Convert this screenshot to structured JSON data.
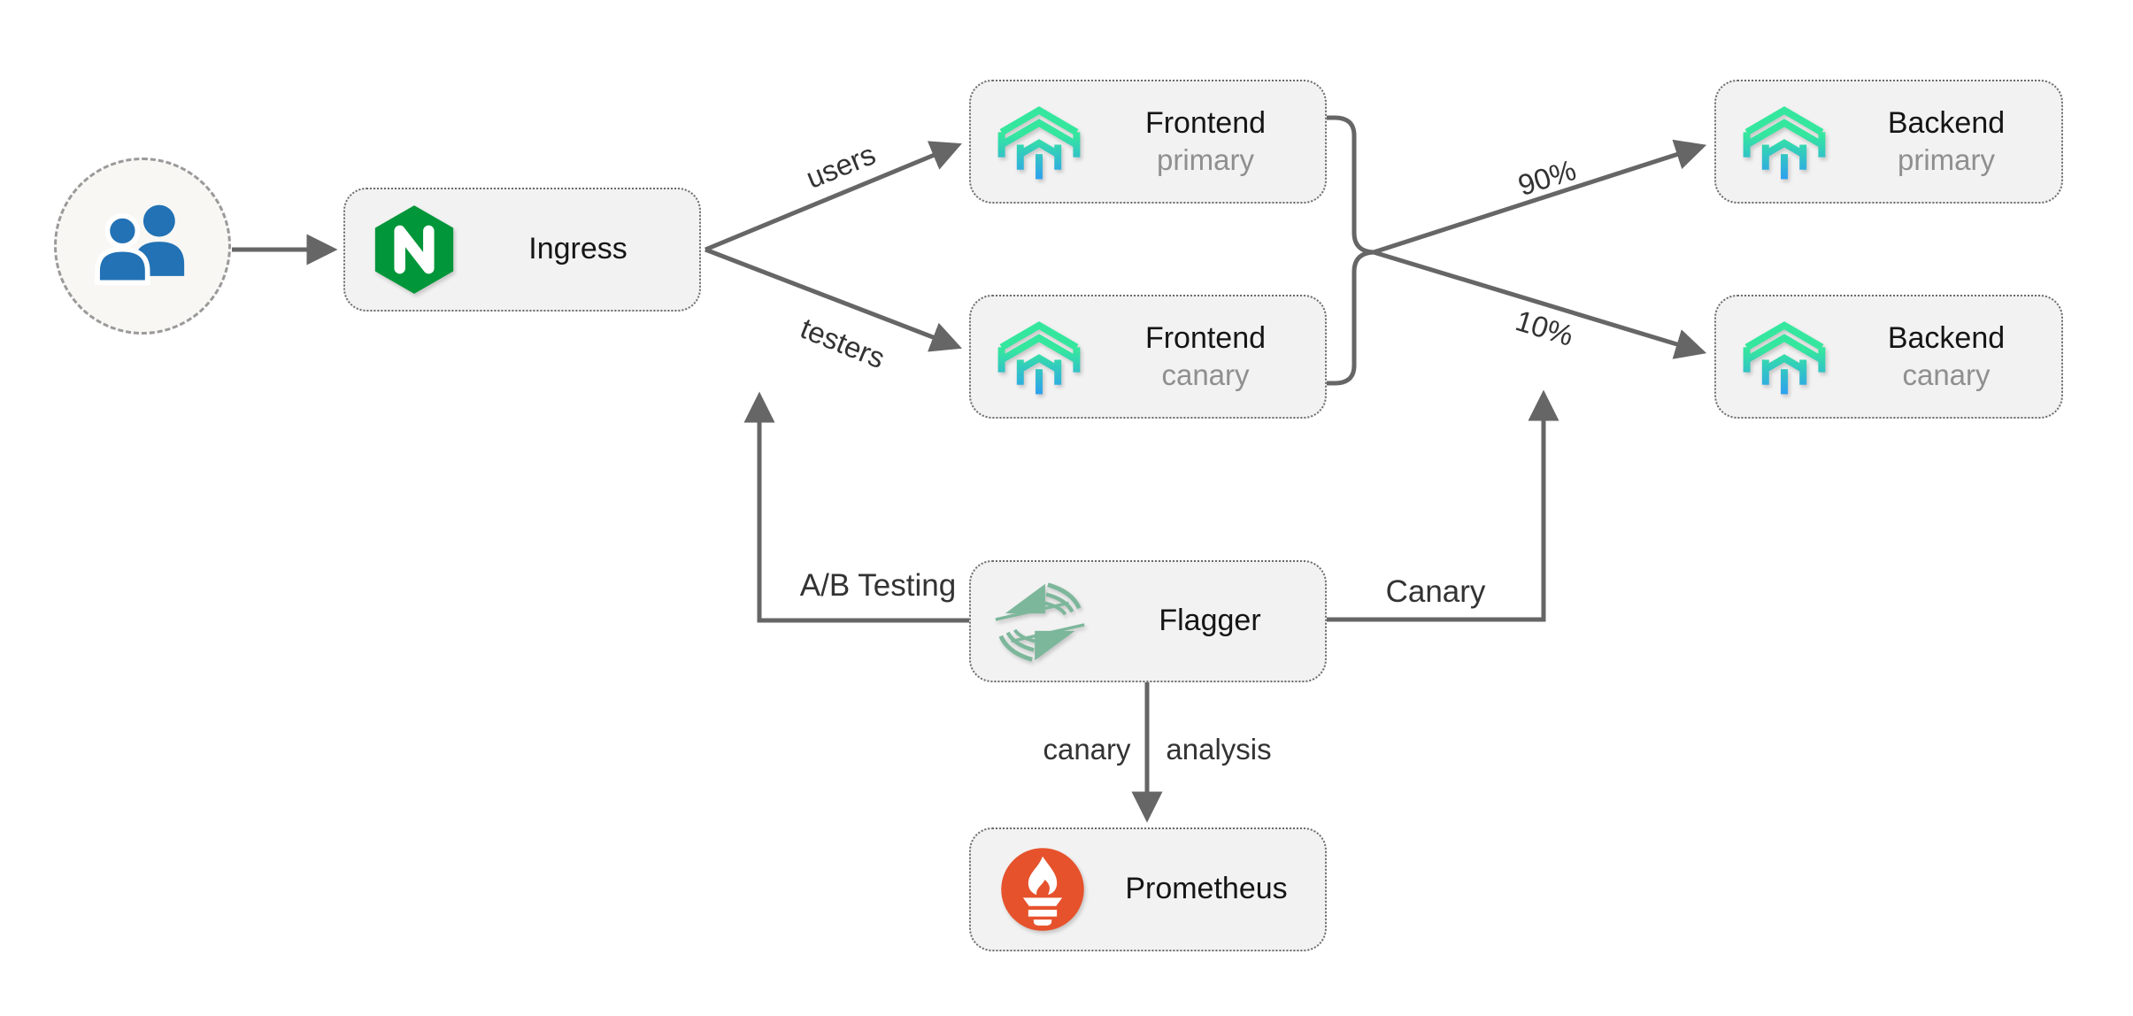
{
  "diagram": {
    "colors": {
      "box_fill": "#f2f2f2",
      "box_border": "#6b6b6b",
      "line": "#666666",
      "label_text": "#333333",
      "title_text": "#151515",
      "subtitle_text": "#8f8f8f",
      "nginx_green": "#009639",
      "app_teal": "#35e79e",
      "app_blue": "#2e9bf5",
      "flagger_sage": "#7db79b",
      "prometheus_orange": "#e6522c",
      "users_blue": "#2272b5",
      "circle_fill": "#f8f7f4",
      "circle_border": "#9a9a9a"
    },
    "nodes": {
      "users_group": {
        "icon": "users-icon"
      },
      "ingress": {
        "title": "Ingress",
        "icon": "nginx-icon"
      },
      "frontend_primary": {
        "title": "Frontend",
        "subtitle": "primary",
        "icon": "app-cube-icon"
      },
      "frontend_canary": {
        "title": "Frontend",
        "subtitle": "canary",
        "icon": "app-cube-icon"
      },
      "backend_primary": {
        "title": "Backend",
        "subtitle": "primary",
        "icon": "app-cube-icon"
      },
      "backend_canary": {
        "title": "Backend",
        "subtitle": "canary",
        "icon": "app-cube-icon"
      },
      "flagger": {
        "title": "Flagger",
        "icon": "flagger-flags-icon"
      },
      "prometheus": {
        "title": "Prometheus",
        "icon": "prometheus-icon"
      }
    },
    "edges": {
      "ingress_to_frontend_primary": {
        "label": "users"
      },
      "ingress_to_frontend_canary": {
        "label": "testers"
      },
      "split_to_backend_primary": {
        "label": "90%"
      },
      "split_to_backend_canary": {
        "label": "10%"
      },
      "flagger_to_ingress": {
        "label": "A/B Testing"
      },
      "flagger_to_split": {
        "label": "Canary"
      },
      "flagger_to_prometheus_left": {
        "label": "canary"
      },
      "flagger_to_prometheus_right": {
        "label": "analysis"
      }
    }
  }
}
